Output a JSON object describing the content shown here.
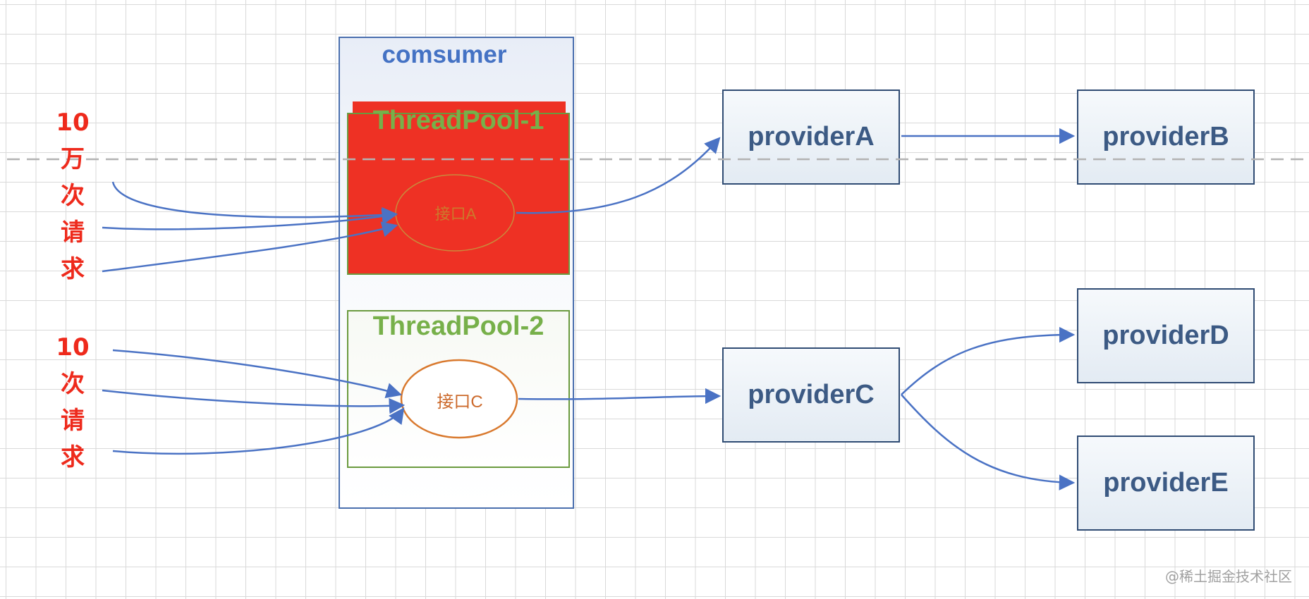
{
  "consumer": {
    "title": "comsumer"
  },
  "thread_pool_1": {
    "title": "ThreadPool-1",
    "interface_label": "接口A",
    "fill_color": "#ee3124"
  },
  "thread_pool_2": {
    "title": "ThreadPool-2",
    "interface_label": "接口C"
  },
  "providers": {
    "a": "providerA",
    "b": "providerB",
    "c": "providerC",
    "d": "providerD",
    "e": "providerE"
  },
  "request_group_1": [
    "10",
    "万",
    "次",
    "请",
    "求"
  ],
  "request_group_2": [
    "10",
    "次",
    "请",
    "求"
  ],
  "watermark": "@稀土掘金技术社区",
  "colors": {
    "arrow": "#4a72c4",
    "title_blue": "#4472c4",
    "pool_green": "#77b04a",
    "request_red": "#ee2a1c",
    "provider_text": "#3c5a84"
  }
}
